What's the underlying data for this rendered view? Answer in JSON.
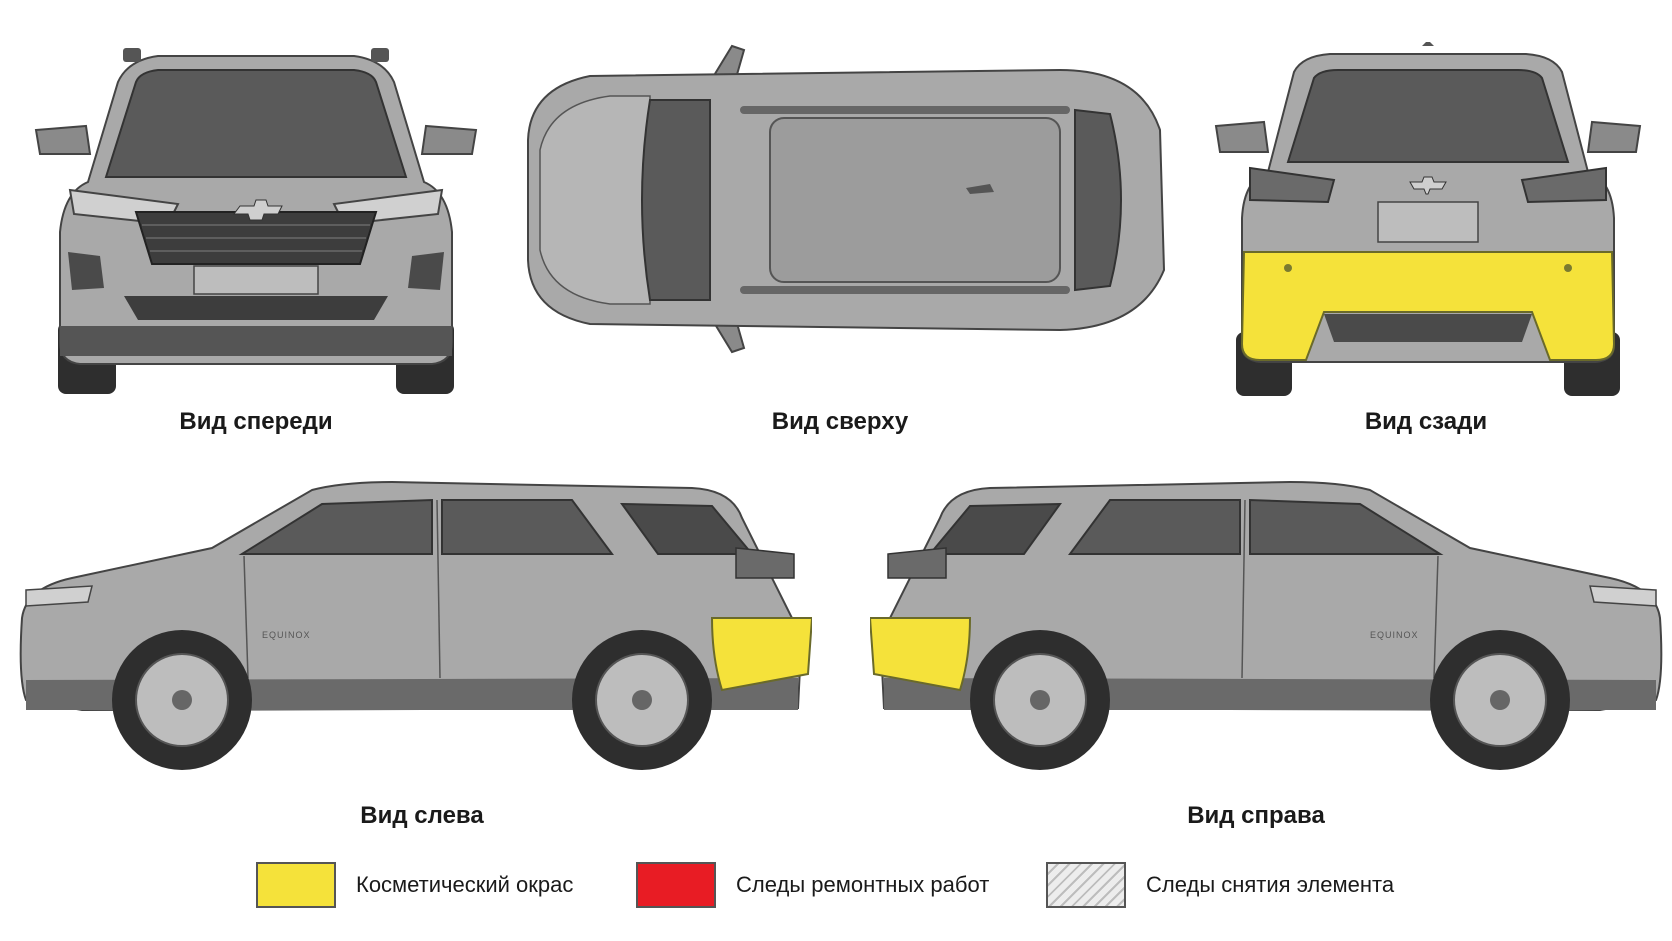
{
  "views": {
    "front": {
      "caption": "Вид спереди"
    },
    "top": {
      "caption": "Вид сверху"
    },
    "rear": {
      "caption": "Вид сзади"
    },
    "left": {
      "caption": "Вид слева",
      "badge": "EQUINOX"
    },
    "right": {
      "caption": "Вид справа",
      "badge": "EQUINOX"
    }
  },
  "legend": [
    {
      "label": "Косметический окрас",
      "color": "#f5e23a",
      "pattern": "solid"
    },
    {
      "label": "Следы ремонтных работ",
      "color": "#e81c24",
      "pattern": "solid"
    },
    {
      "label": "Следы снятия элемента",
      "color": "#d9d9d9",
      "pattern": "hatched"
    }
  ],
  "colors": {
    "body": "#a9a9a9",
    "body_dark": "#6a6a6a",
    "glass": "#5a5a5a",
    "trim": "#3d3d3d",
    "highlight": "#f5e23a"
  }
}
